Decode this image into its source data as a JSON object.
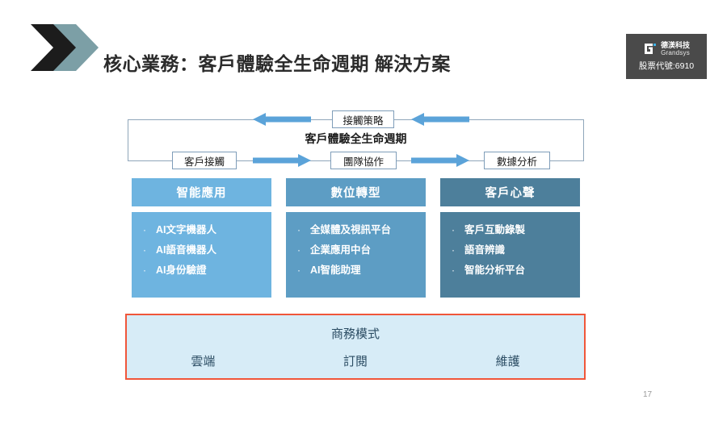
{
  "header": {
    "title": "核心業務：客戶體驗全生命週期 解決方案",
    "logo_icon": "double-chevron-logo"
  },
  "brand": {
    "mark_icon": "grandsys-g-mark",
    "name_cn": "德渼科技",
    "name_en": "Grandsys",
    "stock": "股票代號:6910"
  },
  "flow": {
    "center_label": "客戶體驗全生命週期",
    "top_box": "接觸策略",
    "bottom_boxes": [
      "客戶接觸",
      "團隊協作",
      "數據分析"
    ],
    "arrow_icons": [
      "arrow-left-icon",
      "arrow-left-icon",
      "arrow-right-icon",
      "arrow-right-icon"
    ]
  },
  "columns": [
    {
      "title": "智能應用",
      "color": "#6eb4e0",
      "bullets": [
        "AI文字機器人",
        "AI語音機器人",
        "AI身份驗證"
      ]
    },
    {
      "title": "數位轉型",
      "color": "#5d9dc4",
      "bullets": [
        "全媒體及視訊平台",
        "企業應用中台",
        "AI智能助理"
      ]
    },
    {
      "title": "客戶心聲",
      "color": "#4d7f9b",
      "bullets": [
        "客戶互動錄製",
        "語音辨識",
        "智能分析平台"
      ]
    }
  ],
  "business_model": {
    "title": "商務模式",
    "border_color": "#f0563a",
    "fill_color": "#d7ecf7",
    "items": [
      "雲端",
      "訂閱",
      "維護"
    ]
  },
  "footer": {
    "page_number": "17"
  }
}
